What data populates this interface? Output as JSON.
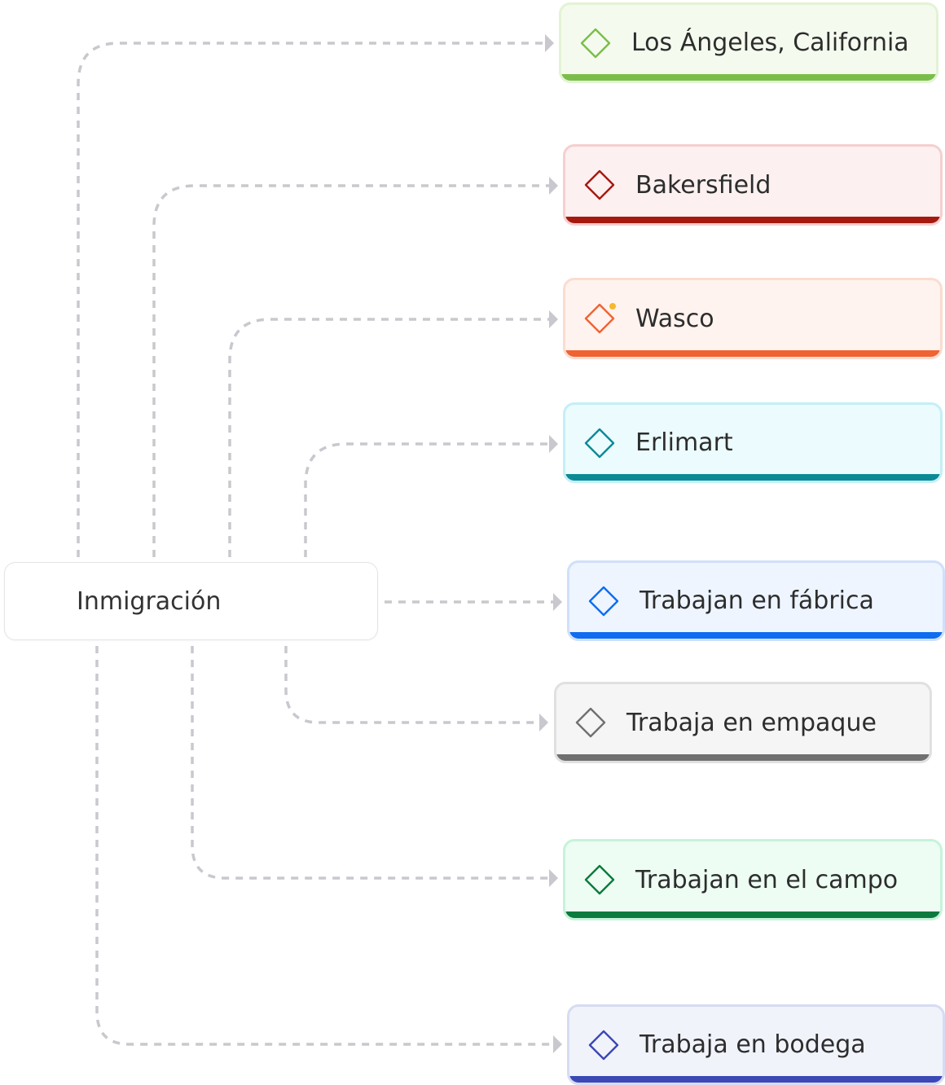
{
  "root": {
    "label": "Inmigración"
  },
  "nodes": [
    {
      "id": "los-angeles",
      "label": "Los Ángeles, California",
      "bg": "#f4fbee",
      "border": "#e3f3d4",
      "accent": "#7bbd4a",
      "icon": "diamond-icon"
    },
    {
      "id": "bakersfield",
      "label": "Bakersfield",
      "bg": "#fdf0f0",
      "border": "#f6cfcf",
      "accent": "#a5190f",
      "icon": "diamond-icon"
    },
    {
      "id": "wasco",
      "label": "Wasco",
      "bg": "#fff3ef",
      "border": "#fbdcd0",
      "accent": "#f06332",
      "icon": "diamond-dot-icon"
    },
    {
      "id": "erlimart",
      "label": "Erlimart",
      "bg": "#ecfbfd",
      "border": "#c4eff6",
      "accent": "#0b8a96",
      "icon": "diamond-icon"
    },
    {
      "id": "trabajan-fabrica",
      "label": "Trabajan en fábrica",
      "bg": "#eef5ff",
      "border": "#cfe0fa",
      "accent": "#0f6cf0",
      "icon": "diamond-icon"
    },
    {
      "id": "trabaja-empaque",
      "label": "Trabaja en empaque",
      "bg": "#f5f5f5",
      "border": "#e0e0e0",
      "accent": "#707070",
      "icon": "diamond-icon"
    },
    {
      "id": "trabajan-campo",
      "label": "Trabajan en el campo",
      "bg": "#edfdf3",
      "border": "#c6f3da",
      "accent": "#0d7a3e",
      "icon": "diamond-icon"
    },
    {
      "id": "trabaja-bodega",
      "label": "Trabaja en bodega",
      "bg": "#f1f3fb",
      "border": "#d6dcf2",
      "accent": "#3b48b5",
      "icon": "diamond-icon"
    }
  ]
}
